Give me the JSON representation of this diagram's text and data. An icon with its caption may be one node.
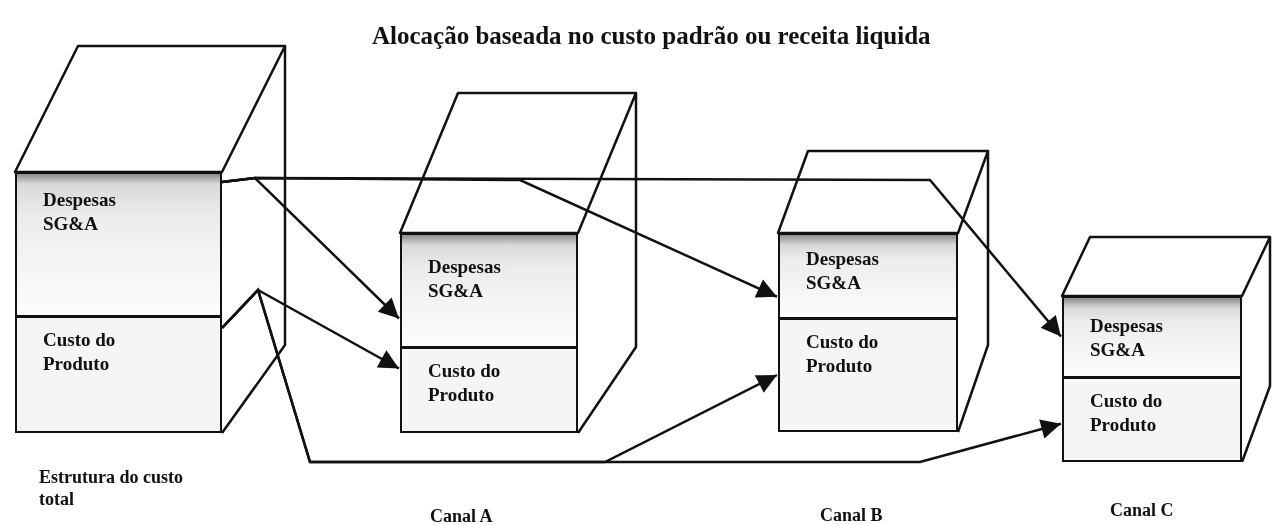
{
  "diagram": {
    "title": "Alocação baseada no custo padrão ou receita liquida",
    "nodes": [
      {
        "text": [
          "Estrutura do custo total"
        ]
      },
      {
        "text": [
          "Despesas SG&A"
        ],
        "in": 0
      },
      {
        "text": [
          "Custo do Produto"
        ],
        "in": 0
      },
      {
        "text": [
          "Canal A"
        ]
      },
      {
        "text": [
          "Despesas SG&A"
        ],
        "in": 3
      },
      {
        "text": [
          "Custo do Produto"
        ],
        "in": 3
      },
      {
        "text": [
          "Canal B"
        ]
      },
      {
        "text": [
          "Despesas SG&A"
        ],
        "in": 6
      },
      {
        "text": [
          "Custo do Produto"
        ],
        "in": 6
      },
      {
        "text": [
          "Canal C"
        ]
      },
      {
        "text": [
          "Despesas SG&A"
        ],
        "in": 9
      },
      {
        "text": [
          "Custo do Produto"
        ],
        "in": 9
      }
    ],
    "edges": [
      {
        "from": 1,
        "to": 4,
        "arrow": "to"
      },
      {
        "from": 1,
        "to": 7,
        "arrow": "to"
      },
      {
        "from": 1,
        "to": 10,
        "arrow": "to"
      },
      {
        "from": 2,
        "to": 5,
        "arrow": "to"
      },
      {
        "from": 2,
        "to": 8,
        "arrow": "to"
      },
      {
        "from": 2,
        "to": 11,
        "arrow": "to"
      }
    ]
  }
}
